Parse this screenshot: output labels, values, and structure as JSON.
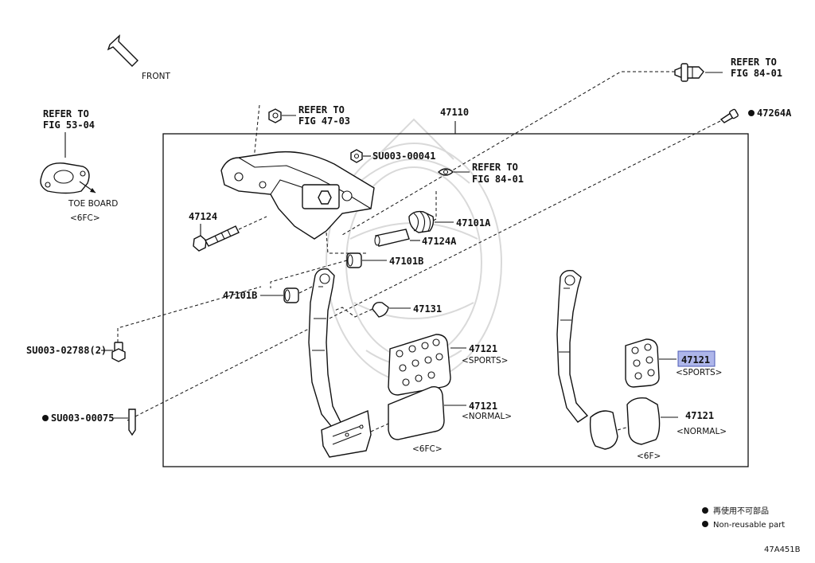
{
  "labels": {
    "front": "FRONT",
    "refer_53_line1": "REFER TO",
    "refer_53_line2": "FIG 53-04",
    "toe_board": "TOE BOARD",
    "toe_board_variant": "<6FC>",
    "refer_47_line1": "REFER TO",
    "refer_47_line2": "FIG 47-03",
    "assembly": "47110",
    "refer_84_top_line1": "REFER TO",
    "refer_84_top_line2": "FIG 84-01",
    "part_47264A": "47264A",
    "part_su0041": "SU003-00041",
    "refer_84_mid_line1": "REFER TO",
    "refer_84_mid_line2": "FIG 84-01",
    "part_47124": "47124",
    "part_47101A": "47101A",
    "part_47124A": "47124A",
    "part_47101B_upper": "47101B",
    "part_47101B_left": "47101B",
    "part_47131": "47131",
    "part_su02788": "SU003-02788(2)",
    "part_su0075": "SU003-00075",
    "pad_sports_left": "47121",
    "pad_sports_left_note": "<SPORTS>",
    "pad_normal_left": "47121",
    "pad_normal_left_note": "<NORMAL>",
    "variant_6fc": "<6FC>",
    "pad_sports_right": "47121",
    "pad_sports_right_note": "<SPORTS>",
    "pad_normal_right": "47121",
    "pad_normal_right_note": "<NORMAL>",
    "variant_6f": "<6F>"
  },
  "legend": {
    "japanese": "再使用不可部品",
    "english": "Non-reusable part"
  },
  "figure_code": "47A451B",
  "colors": {
    "highlight": "#aeb6ea",
    "line": "#111111",
    "watermark": "#d9d9d9"
  }
}
